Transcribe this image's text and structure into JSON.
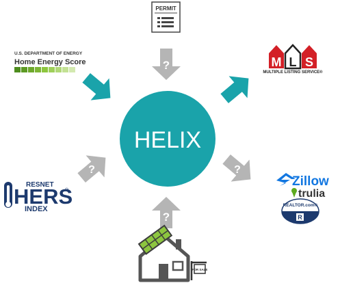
{
  "center": {
    "label": "HELIX",
    "color": "#1aa3aa"
  },
  "colors": {
    "teal": "#1aa3aa",
    "gray": "#b5b5b5",
    "dark": "#333333",
    "navy": "#1d3a6e",
    "mlsRed": "#d32027",
    "zillowBlue": "#1277e1",
    "truliaGreen": "#5eab1f",
    "energyGreen": "#8dc63f"
  },
  "sources": {
    "permit": {
      "label": "PERMIT",
      "icon": "permit-document-icon"
    },
    "energy_score": {
      "line1": "U.S. DEPARTMENT OF ENERGY",
      "line2": "Home Energy Score"
    },
    "hers": {
      "resnet": "RESNET",
      "hers": "HERS",
      "index": "INDEX",
      "reg": "®"
    },
    "house": {
      "icon": "solar-house-icon",
      "sign": "FOR SALE"
    }
  },
  "destinations": {
    "mls": {
      "letters": [
        "M",
        "L",
        "S"
      ],
      "caption": "MULTIPLE LISTING SERVICE®"
    },
    "zillow": {
      "label": "Zillow",
      "icon": "zillow-roof-icon"
    },
    "trulia": {
      "label": "trulia",
      "icon": "trulia-pin-icon"
    },
    "realtor": {
      "label": "REALTOR.com®",
      "icon": "realtor-r-icon"
    }
  },
  "arrows": {
    "from_permit": {
      "mark": "?",
      "status": "unknown"
    },
    "from_energy_score": {
      "mark": "",
      "status": "connected"
    },
    "from_hers": {
      "mark": "?",
      "status": "unknown"
    },
    "from_house": {
      "mark": "?",
      "status": "unknown"
    },
    "to_mls": {
      "mark": "",
      "status": "connected"
    },
    "to_portals": {
      "mark": "?",
      "status": "unknown"
    }
  }
}
